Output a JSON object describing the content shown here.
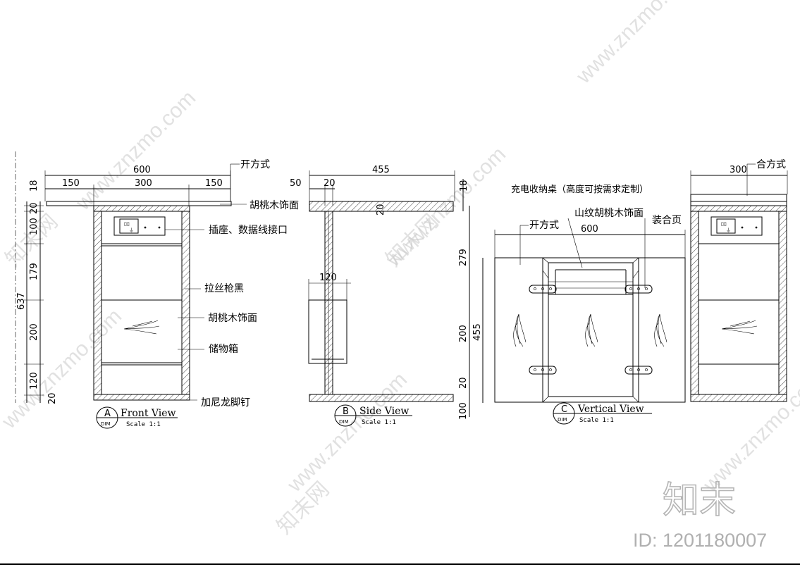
{
  "front_view": {
    "title": "Front View",
    "letter": "A",
    "dim_code": "DIM",
    "scale": "Scale 1:1",
    "dims_top": [
      "600",
      "150",
      "300",
      "150"
    ],
    "dims_left": [
      "18",
      "20",
      "100",
      "179",
      "637",
      "200",
      "120",
      "20"
    ],
    "labels": {
      "open_type": "开方式",
      "walnut_top": "胡桃木饰面",
      "socket": "插座、数据线接口",
      "brushed": "拉丝枪黑",
      "walnut_face": "胡桃木饰面",
      "storage": "储物箱",
      "nylon_feet": "加尼龙脚钉"
    }
  },
  "side_view": {
    "title": "Side View",
    "letter": "B",
    "dim_code": "DIM",
    "scale": "Scale 1:1",
    "dims_top": [
      "455",
      "50",
      "20",
      "18"
    ],
    "dim_20": "20",
    "dim_120": "120"
  },
  "vertical_view": {
    "title": "Vertical View",
    "letter": "C",
    "dim_code": "DIM",
    "scale": "Scale 1:1",
    "heading": "充电收纳桌（高度可按需求定制）",
    "labels": {
      "open_type": "开方式",
      "walnut_grain": "山纹胡桃木饰面",
      "hinge": "装合页"
    },
    "dim_width": "600",
    "dims_left": [
      "279",
      "455",
      "200",
      "20",
      "100"
    ]
  },
  "closed_view": {
    "dim_top": "300",
    "label": "合方式"
  },
  "watermark": {
    "site": "www.znzmo.com",
    "brand_cn": "知末网",
    "logo_text": "知末",
    "id_text": "ID: 1201180007"
  }
}
